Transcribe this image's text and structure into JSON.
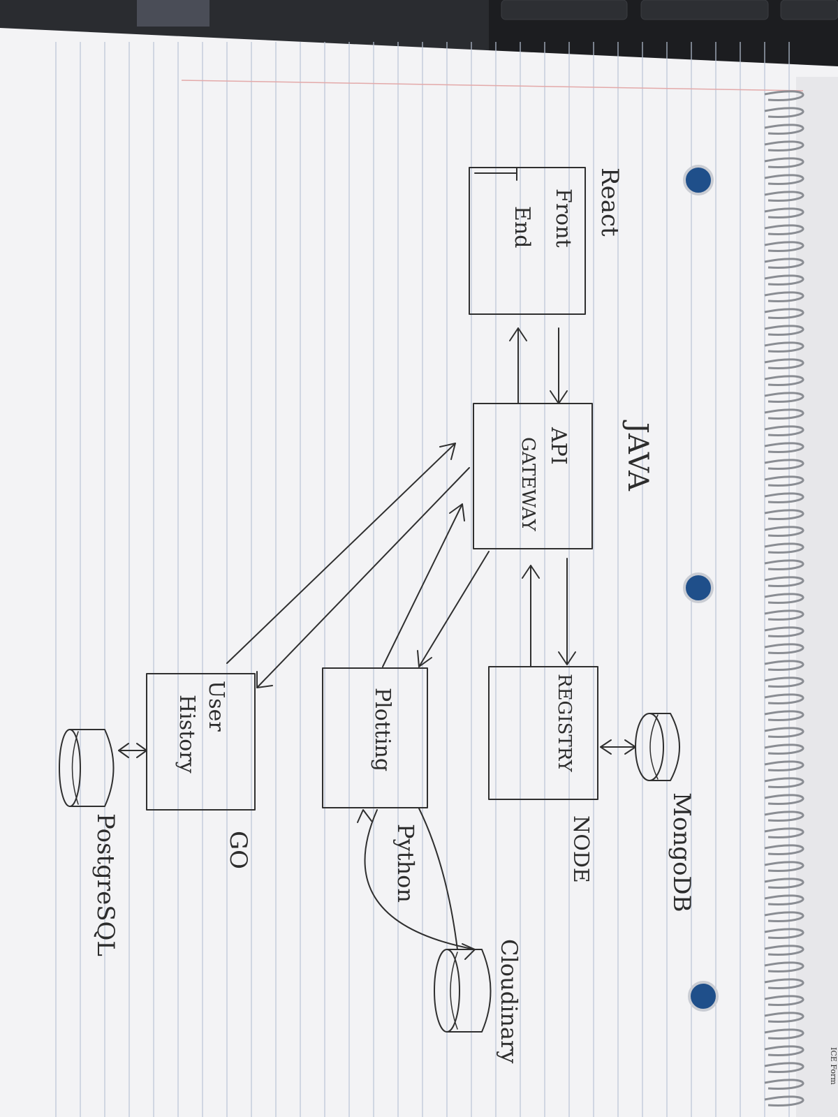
{
  "diagram": {
    "nodes": {
      "frontend": {
        "label_lines": [
          "Front",
          "End"
        ],
        "tech": "React"
      },
      "gateway": {
        "label_lines": [
          "API",
          "GATEWAY"
        ],
        "tech": "JAVA"
      },
      "registry": {
        "label": "REGISTRY",
        "tech": "NODE"
      },
      "plotting": {
        "label": "Plotting",
        "tech": "Python"
      },
      "history": {
        "label_lines": [
          "User",
          "History"
        ],
        "tech": "GO"
      }
    },
    "databases": {
      "mongodb": "MongoDB",
      "cloudinary": "Cloudinary",
      "postgres": "PostgreSQL"
    },
    "edges": [
      [
        "frontend",
        "gateway",
        "bidirectional"
      ],
      [
        "gateway",
        "registry",
        "bidirectional"
      ],
      [
        "gateway",
        "plotting",
        "bidirectional"
      ],
      [
        "gateway",
        "history",
        "bidirectional"
      ],
      [
        "registry",
        "mongodb",
        "bidirectional"
      ],
      [
        "plotting",
        "cloudinary",
        "bidirectional"
      ],
      [
        "history",
        "postgres",
        "bidirectional"
      ]
    ]
  },
  "notebook": {
    "corner_text": "ICE Form"
  },
  "colors": {
    "paper": "#f3f3f5",
    "ink": "#2f2f2f",
    "rule": "#b9c4d6",
    "margin": "#e3a9a9",
    "hole": "#1f4f8a"
  }
}
